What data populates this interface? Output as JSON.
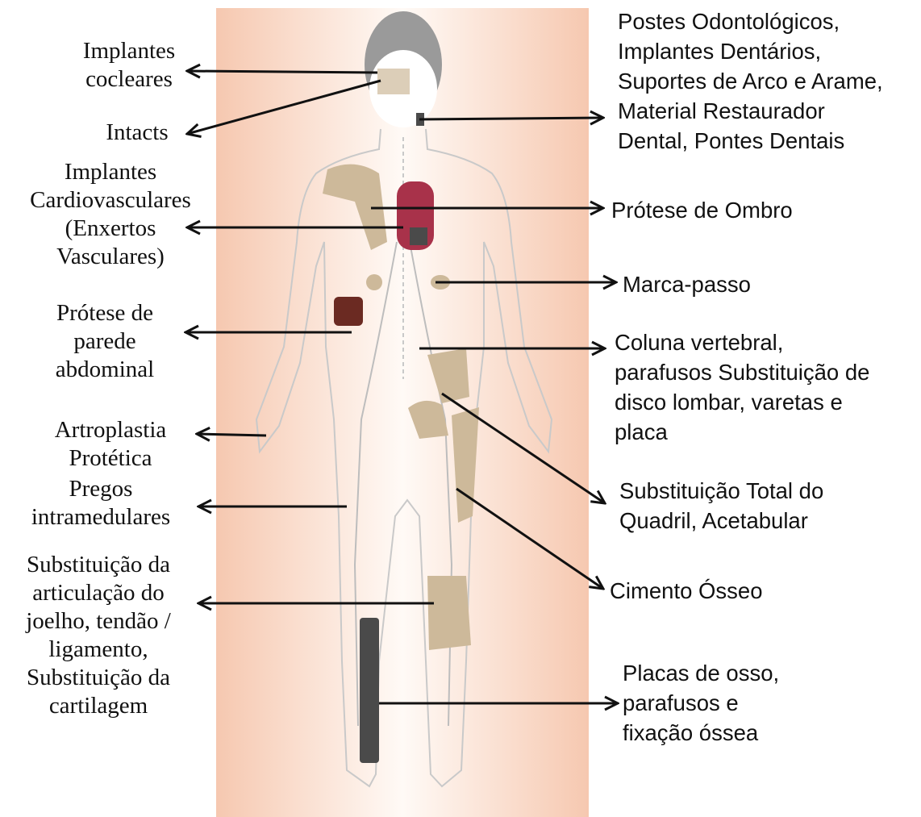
{
  "colors": {
    "panel_edge": "#f6c8b0",
    "panel_center": "#fffaf6",
    "arrow": "#111111",
    "body_outline": "#c9c9c9",
    "vessel": "#bdbdbd",
    "head": "#9a9a9a",
    "bone": "#cdb99a",
    "heart": "#a8324a",
    "organ": "#6b2a22",
    "rod": "#4a4a4a"
  },
  "labels_left": [
    "Implantes\ncocleares",
    "Intacts",
    "Implantes\nCardiovasculares\n(Enxertos\nVasculares)",
    "Prótese de\nparede\nabdominal",
    "Artroplastia\nProtética",
    "Pregos\nintramedulares",
    "Substituição da\narticulação do\njoelho, tendão /\nligamento,\nSubstituição da\ncartilagem"
  ],
  "labels_right": [
    "Postes Odontológicos,\nImplantes Dentários,\nSuportes de Arco e Arame,\nMaterial Restaurador\nDental, Pontes Dentais",
    "Prótese de Ombro",
    "Marca-passo",
    "Coluna vertebral,\nparafusos Substituição de\ndisco lombar, varetas e\nplaca",
    "Substituição Total do\nQuadril, Acetabular",
    "Cimento Ósseo",
    "Placas de osso,\nparafusos e\nfixação óssea"
  ]
}
